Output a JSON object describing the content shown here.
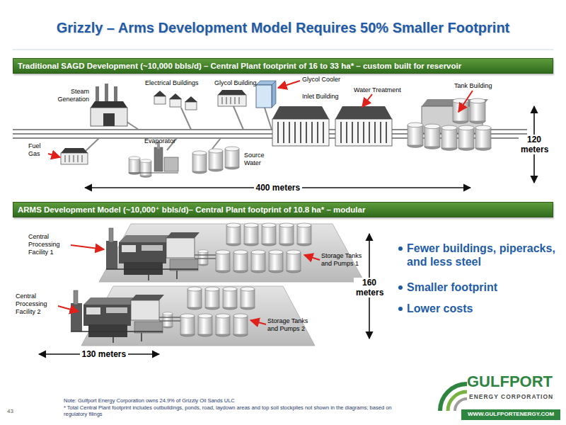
{
  "diagram": {
    "title": "Grizzly – Arms Development Model Requires 50% Smaller Footprint",
    "nodes": [
      {
        "text": [
          "Traditional SAGD Development (~10,000 bbls/d) – Central Plant footprint of 16 to 33 ha* – custom built for reservoir"
        ]
      },
      {
        "text": [
          "ARMS Development Model (~10,000⁺ bbls/d)– Central Plant footprint of 10.8 ha* – modular"
        ]
      }
    ],
    "labels": [
      "Steam Generation",
      "Electrical Buildings",
      "Glycol Building",
      "Glycol Cooler",
      "Inlet Building",
      "Water Treatment",
      "Tank Building",
      "Fuel Gas",
      "Evaporator",
      "Source Water",
      "120 meters",
      "400 meters",
      "Central Processing Facility 1",
      "Storage Tanks and Pumps 1",
      "Central Processing Facility 2",
      "Storage Tanks and Pumps 2",
      "160 meters",
      "130 meters",
      "Fewer buildings, piperacks, and less steel",
      "Smaller footprint",
      "Lower costs",
      "Note: Gulfport Energy Corporation owns 24.9% of Grizzly Oil Sands ULC",
      "* Total Central Plant footprint includes outbuildings, ponds, road, laydown areas and top soil stockpiles not shown in the diagrams; based on regulatory filings",
      "43",
      "GULFPORT",
      "ENERGY CORPORATION",
      "WWW.GULFPORTENERGY.COM"
    ]
  }
}
